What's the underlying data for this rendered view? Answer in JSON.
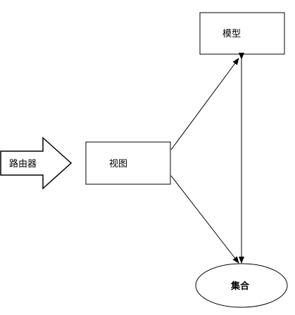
{
  "nodes": {
    "router": {
      "label": "路由器"
    },
    "view": {
      "label": "视图"
    },
    "model": {
      "label": "模型"
    },
    "collection": {
      "label": "集合"
    }
  },
  "colors": {
    "stroke": "#000000",
    "fill": "#ffffff",
    "text": "#000000"
  }
}
